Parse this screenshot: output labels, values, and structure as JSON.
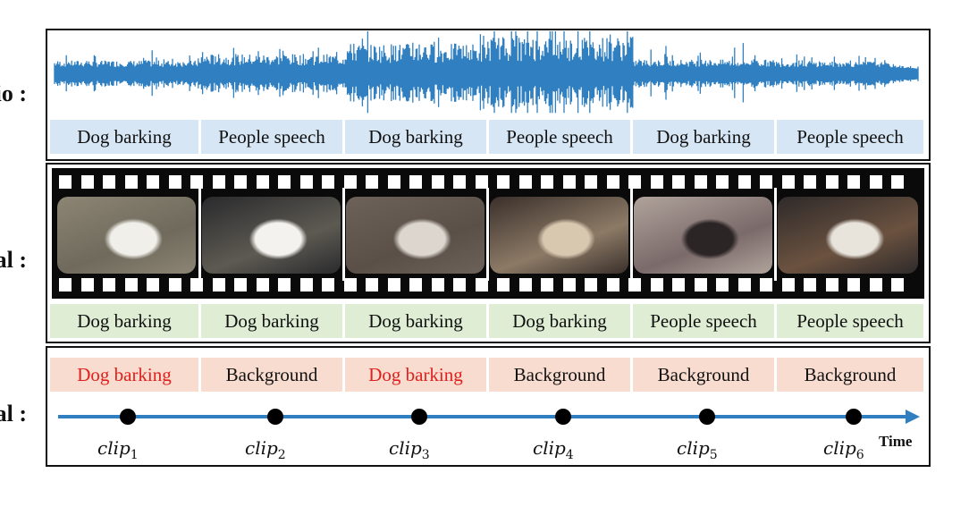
{
  "rows": [
    {
      "id": "audio",
      "label": "Audio :"
    },
    {
      "id": "visual",
      "label": "Visual :"
    },
    {
      "id": "audio_visual",
      "label": "Audio-Visual :"
    }
  ],
  "audio_labels": [
    "Dog barking",
    "People speech",
    "Dog barking",
    "People speech",
    "Dog barking",
    "People speech"
  ],
  "visual_labels": [
    "Dog barking",
    "Dog barking",
    "Dog barking",
    "Dog barking",
    "People speech",
    "People speech"
  ],
  "av_labels": [
    "Dog barking",
    "Background",
    "Dog barking",
    "Background",
    "Background",
    "Background"
  ],
  "av_event_flags": [
    true,
    false,
    true,
    false,
    false,
    false
  ],
  "clips": [
    {
      "name": "clip",
      "index": "1"
    },
    {
      "name": "clip",
      "index": "2"
    },
    {
      "name": "clip",
      "index": "3"
    },
    {
      "name": "clip",
      "index": "4"
    },
    {
      "name": "clip",
      "index": "5"
    },
    {
      "name": "clip",
      "index": "6"
    }
  ],
  "axis_label": "Time",
  "colors": {
    "waveform": "#2f7fc1",
    "audio_label_bg": "#d6e6f5",
    "visual_label_bg": "#deedd3",
    "av_label_bg": "#f8dccf",
    "event_text": "#e0201c",
    "timeline": "#2f7fc1"
  },
  "frames": [
    {
      "scene": "white dog on carpet",
      "palette": [
        "#6f6a5c",
        "#8c8574",
        "#f0efe9"
      ]
    },
    {
      "scene": "white dog near dark couch",
      "palette": [
        "#5d5a52",
        "#2a2a2d",
        "#f4f2ee"
      ]
    },
    {
      "scene": "dog close-up",
      "palette": [
        "#5a5048",
        "#6d625a",
        "#dcd6cf"
      ]
    },
    {
      "scene": "people in kitchen",
      "palette": [
        "#8c7a66",
        "#3a302b",
        "#d8c8b0"
      ]
    },
    {
      "scene": "woman in room",
      "palette": [
        "#7a6a6a",
        "#b0a39b",
        "#2c2526"
      ]
    },
    {
      "scene": "man holding dog",
      "palette": [
        "#6b5240",
        "#2e2a2a",
        "#e8e4dc"
      ]
    }
  ]
}
